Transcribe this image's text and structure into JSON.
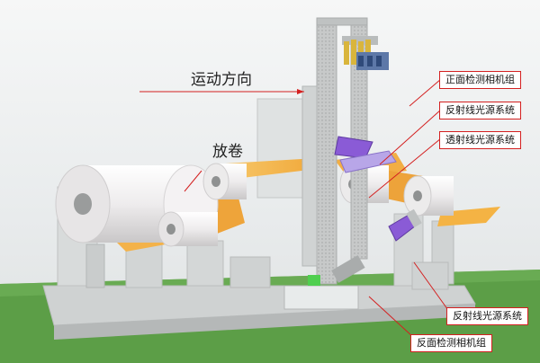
{
  "annotations": {
    "motion_direction": "运动方向",
    "unwind": "放卷",
    "front_camera_group": "正面检测相机组",
    "reflection_light_top": "反射线光源系统",
    "transmission_light": "透射线光源系统",
    "reflection_light_bottom": "反射线光源系统",
    "back_camera_group": "反面检测相机组"
  },
  "colors": {
    "callout": "#d42020",
    "web": "#f4b344",
    "roller": "#efedee",
    "frame": "#c9c9c9",
    "light_source": "#8a5bd6",
    "floor": "#5c9e47"
  }
}
